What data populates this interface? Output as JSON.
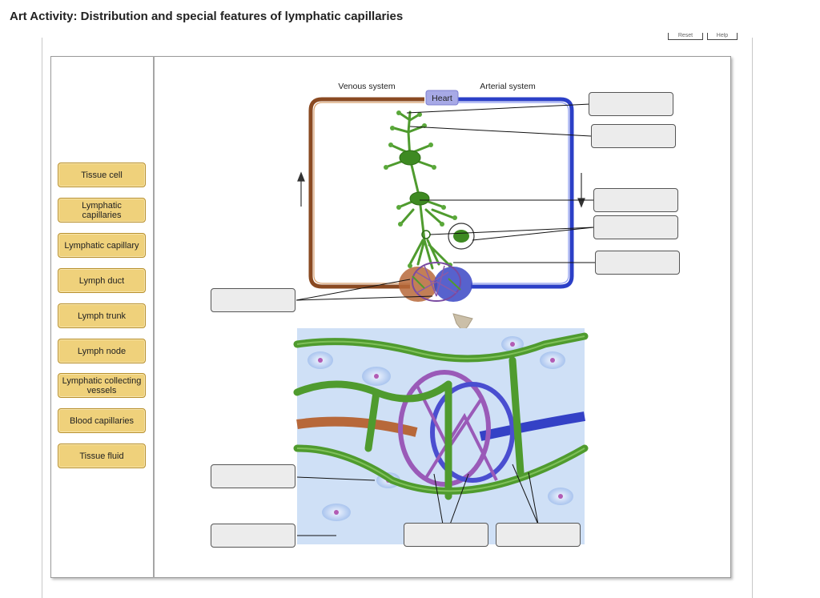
{
  "page": {
    "title": "Art Activity: Distribution and special features of lymphatic capillaries"
  },
  "toolbar": {
    "reset_label": "Reset",
    "help_label": "Help"
  },
  "labels": [
    "Tissue cell",
    "Lymphatic capillaries",
    "Lymphatic capillary",
    "Lymph duct",
    "Lymph trunk",
    "Lymph node",
    "Lymphatic collecting vessels",
    "Blood capillaries",
    "Tissue fluid"
  ],
  "diagram": {
    "venous_label": "Venous system",
    "arterial_label": "Arterial system",
    "heart_label": "Heart"
  },
  "colors": {
    "tile_fill": "#efd17b",
    "tile_border": "#b88f2b",
    "vein": "#8a4a22",
    "artery": "#2b3fc7",
    "lymph": "#4f9b2e",
    "heart_badge": "#a7a9e6",
    "drop_fill": "#ececec"
  }
}
